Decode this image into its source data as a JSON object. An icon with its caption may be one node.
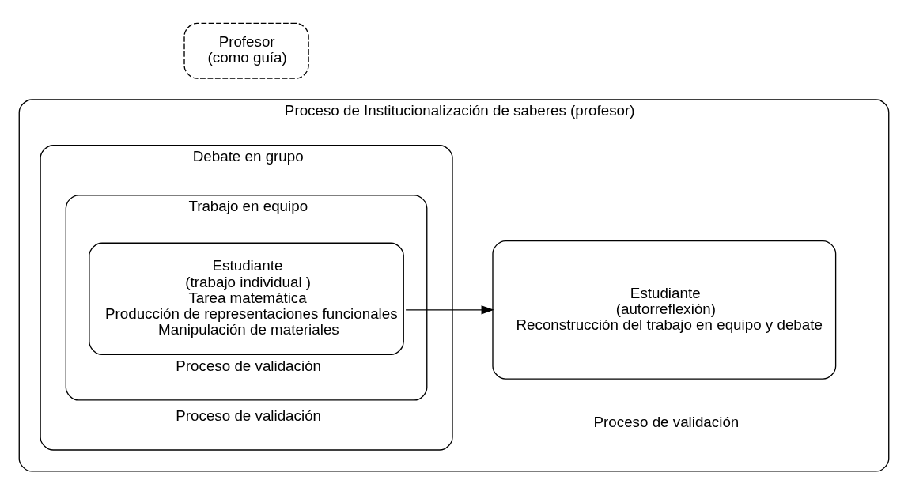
{
  "diagram": {
    "nodes": [
      {
        "text": [
          "Proceso de Institucionalización de saberes (profesor)"
        ]
      },
      {
        "text": [
          "Debate en grupo"
        ],
        "in": 0
      },
      {
        "text": [
          "Trabajo en equipo"
        ],
        "in": 1,
        "beside": [
          "Proceso de validación"
        ]
      },
      {
        "text": [
          "Estudiante",
          "(trabajo individual )",
          "Tarea matemática",
          "Producción de representaciones funcionales",
          "Manipulación de materiales"
        ],
        "in": 2,
        "beside": [
          "Proceso de validación"
        ]
      },
      {
        "text": [
          "Profesor",
          "(como guía)"
        ]
      },
      {
        "text": [
          "Estudiante",
          "(autorreflexión)",
          "Reconstrucción del trabajo en equipo y debate"
        ],
        "in": 0
      }
    ],
    "edges": [
      {
        "from": 3,
        "to": 5,
        "arrow": "to"
      }
    ],
    "labels": [
      "Proceso de validación"
    ]
  }
}
